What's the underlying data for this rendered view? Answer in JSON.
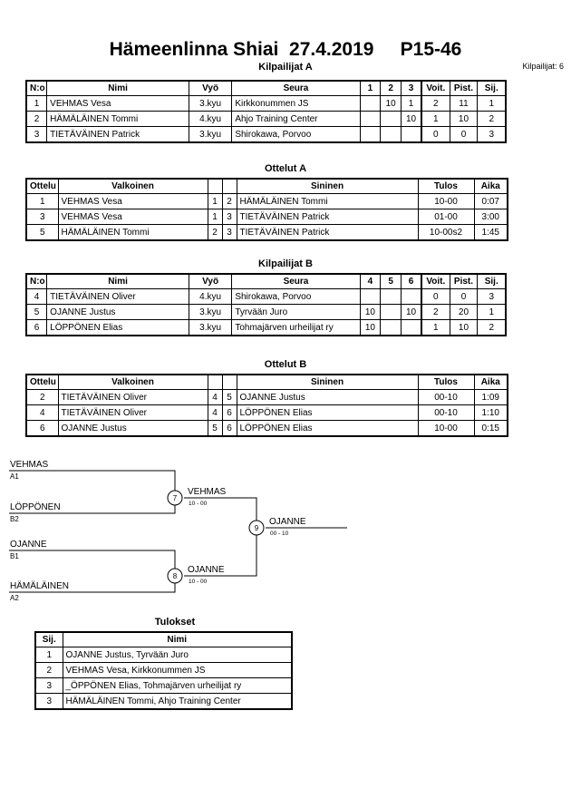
{
  "header": {
    "title": "Hämeenlinna Shiai  27.4.2019     P15-46",
    "subtitle_a": "Kilpailijat A",
    "competitor_count": "Kilpailijat: 6"
  },
  "pools": [
    {
      "caption": "Kilpailijat A",
      "headers": [
        "N:o",
        "Nimi",
        "Vyö",
        "Seura",
        "1",
        "2",
        "3",
        "Voit.",
        "Pist.",
        "Sij."
      ],
      "rows": [
        {
          "no": "1",
          "name": "VEHMAS Vesa",
          "belt": "3.kyu",
          "club": "Kirkkonummen JS",
          "m1": "",
          "m2": "10",
          "m3": "1",
          "wins": "2",
          "points": "11",
          "rank": "1"
        },
        {
          "no": "2",
          "name": "HÄMÄLÄINEN Tommi",
          "belt": "4.kyu",
          "club": "Ahjo Training Center",
          "m1": "",
          "m2": "",
          "m3": "10",
          "wins": "1",
          "points": "10",
          "rank": "2"
        },
        {
          "no": "3",
          "name": "TIETÄVÄINEN Patrick",
          "belt": "3.kyu",
          "club": "Shirokawa, Porvoo",
          "m1": "",
          "m2": "",
          "m3": "",
          "wins": "0",
          "points": "0",
          "rank": "3"
        }
      ]
    },
    {
      "caption": "Kilpailijat B",
      "headers": [
        "N:o",
        "Nimi",
        "Vyö",
        "Seura",
        "4",
        "5",
        "6",
        "Voit.",
        "Pist.",
        "Sij."
      ],
      "rows": [
        {
          "no": "4",
          "name": "TIETÄVÄINEN Oliver",
          "belt": "4.kyu",
          "club": "Shirokawa, Porvoo",
          "m1": "",
          "m2": "",
          "m3": "",
          "wins": "0",
          "points": "0",
          "rank": "3"
        },
        {
          "no": "5",
          "name": "OJANNE Justus",
          "belt": "3.kyu",
          "club": "Tyrvään Juro",
          "m1": "10",
          "m2": "",
          "m3": "10",
          "wins": "2",
          "points": "20",
          "rank": "1"
        },
        {
          "no": "6",
          "name": "LÖPPÖNEN Elias",
          "belt": "3.kyu",
          "club": "Tohmajärven urheilijat ry",
          "m1": "10",
          "m2": "",
          "m3": "",
          "wins": "1",
          "points": "10",
          "rank": "2"
        }
      ]
    }
  ],
  "match_blocks": [
    {
      "caption": "Ottelut A",
      "headers": [
        "Ottelu",
        "Valkoinen",
        "",
        "",
        "Sininen",
        "Tulos",
        "Aika"
      ],
      "rows": [
        {
          "no": "1",
          "white": "VEHMAS Vesa",
          "wn": "1",
          "bn": "2",
          "blue": "HÄMÄLÄINEN Tommi",
          "result": "10-00",
          "time": "0:07"
        },
        {
          "no": "3",
          "white": "VEHMAS Vesa",
          "wn": "1",
          "bn": "3",
          "blue": "TIETÄVÄINEN Patrick",
          "result": "01-00",
          "time": "3:00"
        },
        {
          "no": "5",
          "white": "HÄMÄLÄINEN Tommi",
          "wn": "2",
          "bn": "3",
          "blue": "TIETÄVÄINEN Patrick",
          "result": "10-00s2",
          "time": "1:45"
        }
      ]
    },
    {
      "caption": "Ottelut B",
      "headers": [
        "Ottelu",
        "Valkoinen",
        "",
        "",
        "Sininen",
        "Tulos",
        "Aika"
      ],
      "rows": [
        {
          "no": "2",
          "white": "TIETÄVÄINEN Oliver",
          "wn": "4",
          "bn": "5",
          "blue": "OJANNE Justus",
          "result": "00-10",
          "time": "1:09"
        },
        {
          "no": "4",
          "white": "TIETÄVÄINEN Oliver",
          "wn": "4",
          "bn": "6",
          "blue": "LÖPPÖNEN Elias",
          "result": "00-10",
          "time": "1:10"
        },
        {
          "no": "6",
          "white": "OJANNE Justus",
          "wn": "5",
          "bn": "6",
          "blue": "LÖPPÖNEN Elias",
          "result": "10-00",
          "time": "0:15"
        }
      ]
    }
  ],
  "bracket": {
    "entries": [
      {
        "name": "VEHMAS",
        "seed": "A1"
      },
      {
        "name": "LÖPPÖNEN",
        "seed": "B2"
      },
      {
        "name": "OJANNE",
        "seed": "B1"
      },
      {
        "name": "HÄMÄLÄINEN",
        "seed": "A2"
      }
    ],
    "matches": [
      {
        "number": "7",
        "winner": "VEHMAS",
        "score": "10 - 00"
      },
      {
        "number": "8",
        "winner": "OJANNE",
        "score": "10 - 00"
      },
      {
        "number": "9",
        "winner": "OJANNE",
        "score": "00 - 10"
      }
    ]
  },
  "results": {
    "caption": "Tulokset",
    "headers": [
      "Sij.",
      "Nimi"
    ],
    "rows": [
      {
        "rank": "1",
        "name": "OJANNE Justus, Tyrvään Juro"
      },
      {
        "rank": "2",
        "name": "VEHMAS Vesa, Kirkkonummen JS"
      },
      {
        "rank": "3",
        "name": "_ÖPPÖNEN Elias, Tohmajärven urheilijat ry"
      },
      {
        "rank": "3",
        "name": "HÄMÄLÄINEN Tommi, Ahjo Training Center"
      }
    ]
  }
}
